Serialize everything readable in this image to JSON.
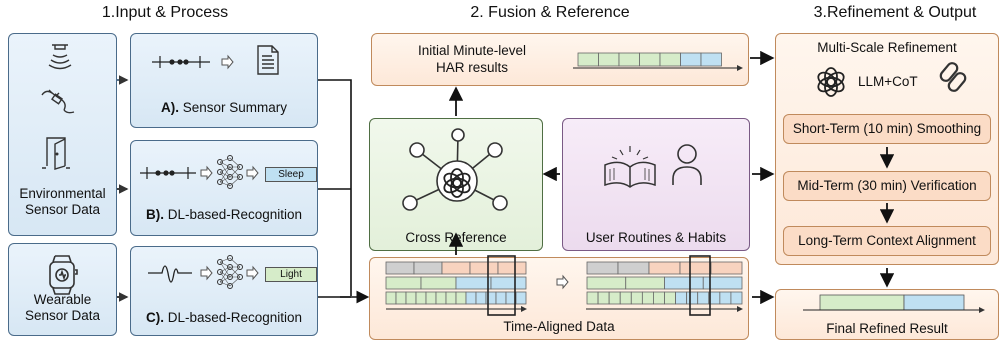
{
  "sections": {
    "input": "1.Input & Process",
    "fusion": "2. Fusion & Reference",
    "refine": "3.Refinement & Output"
  },
  "input": {
    "env_label": "Environmental\nSensor Data",
    "wear_label": "Wearable\nSensor Data",
    "sensor_summary_prefix": "A).",
    "sensor_summary": " Sensor Summary",
    "dl_b_prefix": "B).",
    "dl_b": " DL-based-Recognition",
    "dl_c_prefix": "C).",
    "dl_c": " DL-based-Recognition",
    "tag_sleep": "Sleep",
    "tag_light": "Light"
  },
  "fusion": {
    "initial": "Initial Minute-level\nHAR results",
    "cross_ref": "Cross Reference",
    "routines": "User Routines & Habits",
    "time_aligned": "Time-Aligned Data"
  },
  "refine": {
    "multi_scale": "Multi-Scale Refinement",
    "llm": "LLM+CoT",
    "short": "Short-Term (10 min)  Smoothing",
    "mid": "Mid-Term (30 min) Verification",
    "long": "Long-Term Context Alignment",
    "final": "Final Refined Result"
  },
  "colors": {
    "seg_green": "#d6ecc9",
    "seg_blue": "#bfe0f2",
    "seg_gray": "#cfcfcf",
    "seg_peach": "#f8d3bf",
    "tag_sleep": "#bfe0f2",
    "tag_light": "#d6ecc9"
  },
  "icons": [
    "wireless-sensor-icon",
    "plug-sensor-icon",
    "door-sensor-icon",
    "smartwatch-icon",
    "document-icon",
    "neural-net-icon",
    "openai-logo-icon",
    "book-icon",
    "user-icon",
    "link-icon"
  ]
}
